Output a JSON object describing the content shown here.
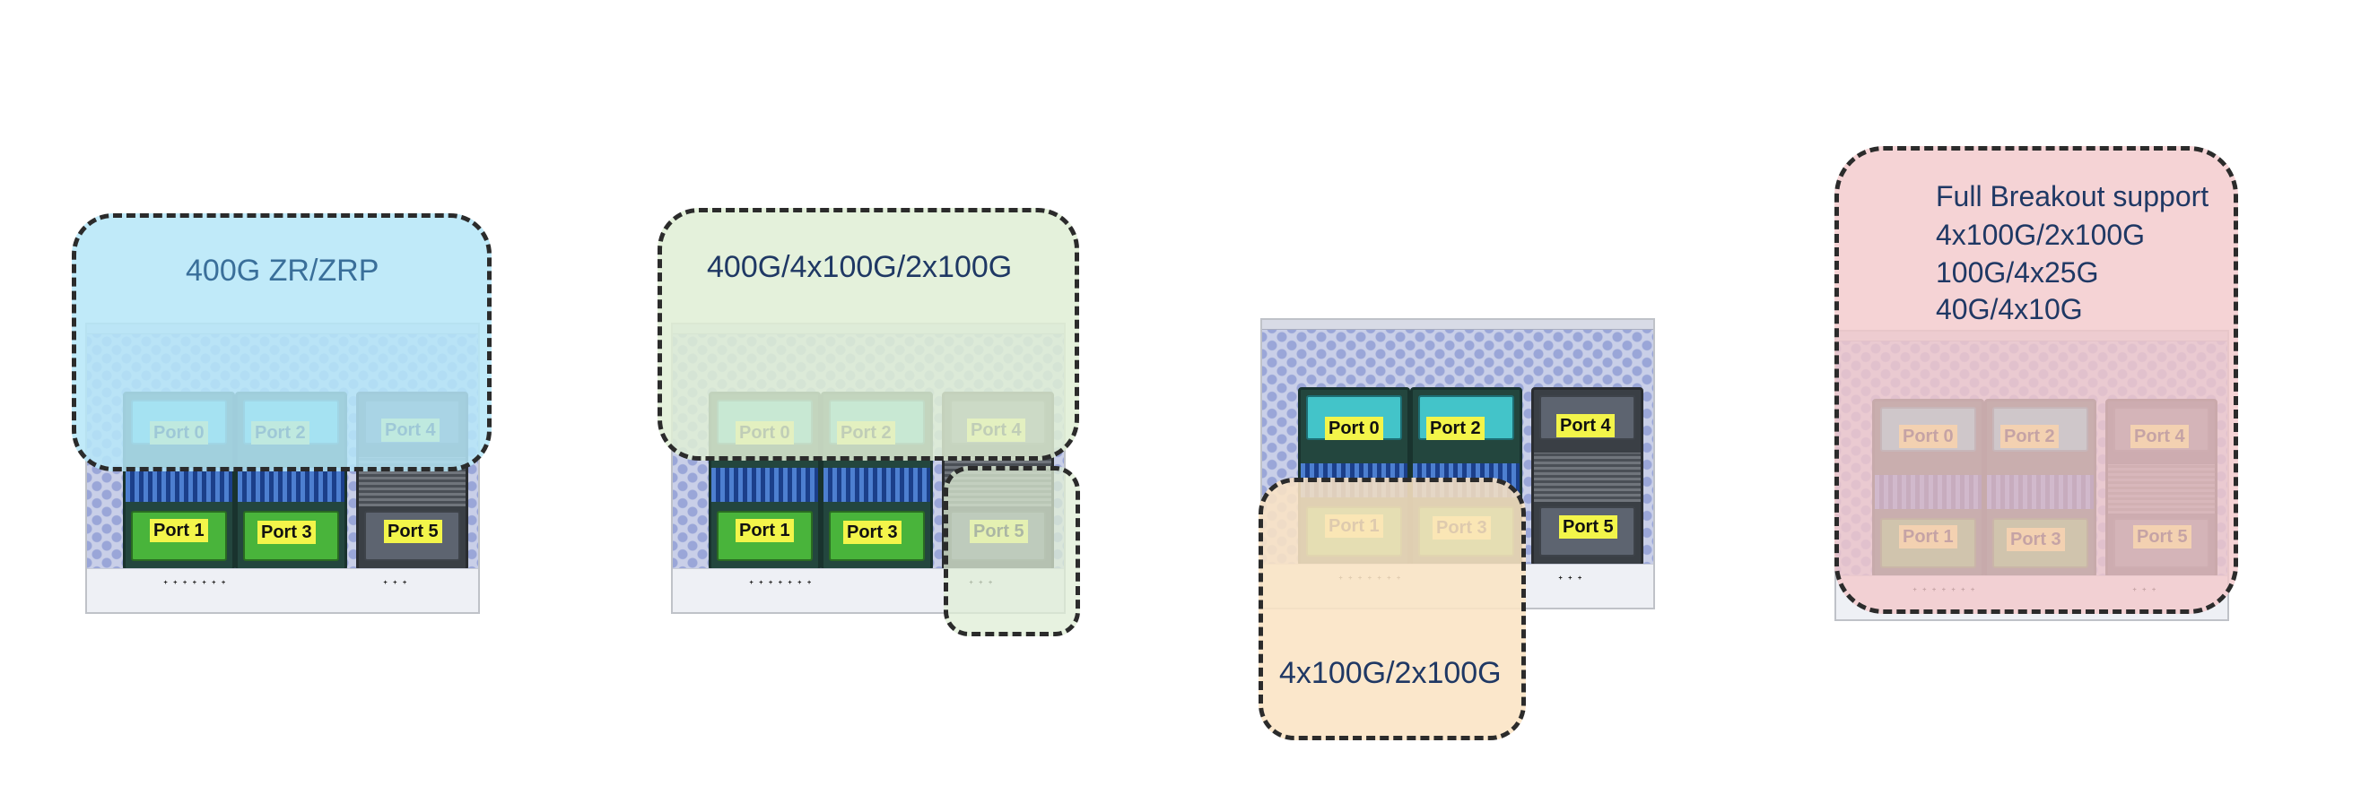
{
  "colors": {
    "blue_overlay": "#bde9f8",
    "green_overlay": "#e2efd9",
    "peach_overlay": "#fbe5c6",
    "pink_overlay": "#f3d0d1",
    "overlay_text": "#1f3864",
    "port_cyan": "#43c4c9",
    "port_green": "#49b43b",
    "port_gray": "#5d6470",
    "port_label_bg": "#f3f54a"
  },
  "ports": {
    "p0": "Port 0",
    "p1": "Port 1",
    "p2": "Port 2",
    "p3": "Port 3",
    "p4": "Port 4",
    "p5": "Port 5"
  },
  "diagrams": [
    {
      "overlay_lines": [
        "400G ZR/ZRP"
      ]
    },
    {
      "overlay_lines": [
        "400G/4x100G/2x100G"
      ]
    },
    {
      "overlay_lines": [
        "4x100G/2x100G"
      ]
    },
    {
      "overlay_lines": [
        "Full Breakout support",
        "4x100G/2x100G",
        "100G/4x25G",
        "40G/4x10G"
      ]
    }
  ]
}
